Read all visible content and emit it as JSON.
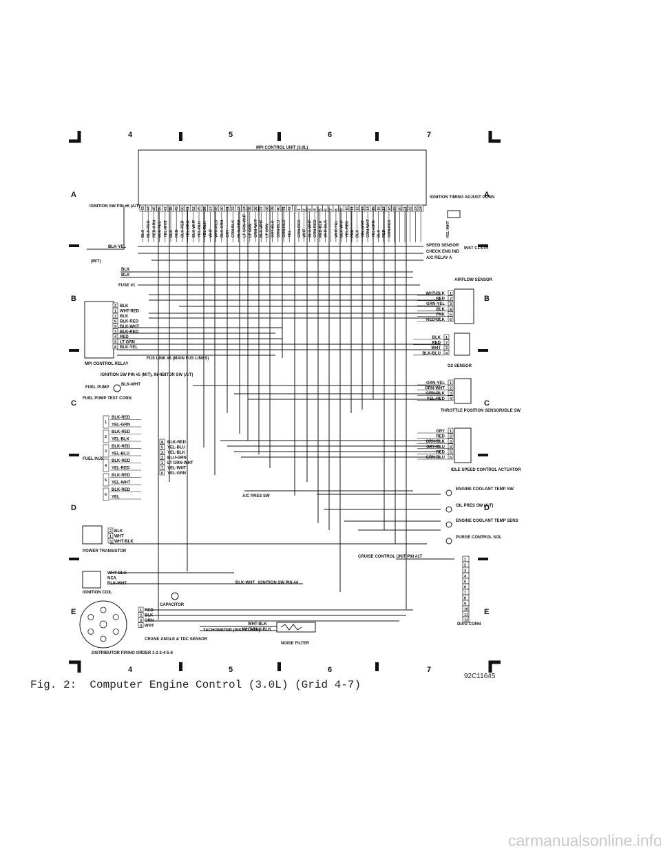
{
  "grid": {
    "columns": [
      "4",
      "5",
      "6",
      "7"
    ],
    "rows": [
      "A",
      "B",
      "C",
      "D",
      "E"
    ]
  },
  "ecu": {
    "title": "MPI CONTROL UNIT (3.0L)",
    "left_pins": [
      {
        "pin": "43",
        "wire": "BLK"
      },
      {
        "pin": "44",
        "wire": "BLK-RED"
      },
      {
        "pin": "45",
        "wire": "RED-GRN"
      },
      {
        "pin": "46",
        "wire": "BLK-YEL"
      },
      {
        "pin": "47",
        "wire": "YEL-WHT"
      },
      {
        "pin": "48",
        "wire": "BLK"
      },
      {
        "pin": "49",
        "wire": "RED"
      },
      {
        "pin": "50",
        "wire": "BLK-RED"
      },
      {
        "pin": "51",
        "wire": "YEL-GRN"
      },
      {
        "pin": "52",
        "wire": "BLK-WHT"
      },
      {
        "pin": "25",
        "wire": "YEL-BLU"
      },
      {
        "pin": "26",
        "wire": "YEL-BLK"
      },
      {
        "pin": "27",
        "wire": "WHT"
      },
      {
        "pin": "28",
        "wire": "WHT-RED"
      },
      {
        "pin": "30",
        "wire": "BLK-GRN"
      },
      {
        "pin": "31",
        "wire": "GRY"
      },
      {
        "pin": "32",
        "wire": "GRN-BLK"
      },
      {
        "pin": "33",
        "wire": "BLU-GRN"
      },
      {
        "pin": "34",
        "wire": "LT GRN-WHT"
      },
      {
        "pin": "35",
        "wire": "LT GRN"
      },
      {
        "pin": "36",
        "wire": "GRN-WHT"
      },
      {
        "pin": "37",
        "wire": "BLK-WHT"
      },
      {
        "pin": "38",
        "wire": "LT GRN"
      },
      {
        "pin": "39",
        "wire": "GRY-BLU"
      },
      {
        "pin": "40",
        "wire": "GRN-BLU"
      },
      {
        "pin": "41",
        "wire": "GRN-RED"
      },
      {
        "pin": "42",
        "wire": "YEL"
      }
    ],
    "right_pins": [
      {
        "pin": "1",
        "wire": "GRN-RED"
      },
      {
        "pin": "2",
        "wire": "WHT"
      },
      {
        "pin": "3",
        "wire": "BLU-WHT"
      },
      {
        "pin": "4",
        "wire": "GRN-RED"
      },
      {
        "pin": "5",
        "wire": "RED-BLK"
      },
      {
        "pin": "6",
        "wire": "WHT-BLK"
      },
      {
        "pin": "7",
        "wire": ""
      },
      {
        "pin": "8",
        "wire": "WHT-YEL"
      },
      {
        "pin": "9",
        "wire": "BLK-WHT"
      },
      {
        "pin": "10",
        "wire": "YEL-RED"
      },
      {
        "pin": "11",
        "wire": "PNK"
      },
      {
        "pin": "12",
        "wire": "BLK"
      },
      {
        "pin": "13",
        "wire": "YEL-WHT"
      },
      {
        "pin": "14",
        "wire": "GRN-WHT"
      },
      {
        "pin": "15",
        "wire": "YEL-GRN"
      },
      {
        "pin": "16",
        "wire": "BLK"
      },
      {
        "pin": "17",
        "wire": "RED"
      },
      {
        "pin": "18",
        "wire": "GRN-RED"
      },
      {
        "pin": "19",
        "wire": ""
      },
      {
        "pin": "20",
        "wire": ""
      },
      {
        "pin": "21",
        "wire": ""
      },
      {
        "pin": "22",
        "wire": ""
      },
      {
        "pin": "23",
        "wire": ""
      },
      {
        "pin": "24",
        "wire": ""
      }
    ]
  },
  "labels": {
    "ignition_sw_at": "IGNITION SW PIN #6 (A/T)",
    "blk_yel": "BLK-YEL",
    "mt": "(M/T)",
    "blk": "BLK",
    "fuse1": "FUSE #1",
    "ignition_timing": "IGNITION TIMING ADJUST CONN",
    "yel_wht": "YEL-WHT",
    "speed_sensor": "SPEED SENSOR",
    "check_eng": "CHECK ENG IND",
    "ac_relay": "A/C RELAY A",
    "inst_clstr": "INST CLSTR",
    "airflow_sensor": "AIRFLOW SENSOR",
    "o2_sensor": "O2 SENSOR",
    "throttle_position": "THROTTLE POSITION SENSOR/IDLE SW",
    "idle_speed": "IDLE SPEED CONTROL ACTUATOR",
    "engine_coolant_sw": "ENGINE COOLANT TEMP SW",
    "oil_pres": "OIL PRES SW (A/T)",
    "engine_coolant_sens": "ENGINE COOLANT TEMP SENS",
    "purge_control": "PURGE CONTROL SOL",
    "cruise_control": "CRUISE CONTROL UNIT PIN #17",
    "diag_conn": "DIAG CONN",
    "mpi_relay": "MPI CONTROL RELAY",
    "fus_link": "FUS LINK #5 (MAIN FUS LINKS)",
    "ignition_sw_inhib": "IGNITION SW PIN #5 (M/T), INHIBITOR SW (A/T)",
    "fuel_pump": "FUEL PUMP",
    "fuel_pump_test": "FUEL PUMP TEST CONN",
    "fuel_injs": "FUEL INJS",
    "ac_pres": "A/C PRES SW",
    "power_transistor": "POWER TRANSISTOR",
    "ignition_coil": "IGNITION COIL",
    "ignition_sw_pin4": "IGNITION SW PIN #4",
    "capacitor": "CAPACITOR",
    "crank_angle": "CRANK ANGLE & TDC SENSOR",
    "distributor": "DISTRIBUTOR FIRING ORDER 1-2-3-4-5-6",
    "tachometer": "TACHOMETER (INST CLSTR)",
    "noise_filter": "NOISE FILTER",
    "blk_wht": "BLK-WHT",
    "wht_blk": "WHT-BLK",
    "wht_blu_blk": "WHT-BLU-BLK"
  },
  "airflow_wires": [
    "WHT-BLK",
    "RED",
    "GRN-YEL",
    "BLK",
    "PNK",
    "RED-BLK"
  ],
  "o2_wires": [
    "BLK",
    "RED",
    "WHT",
    "BLK-BLU"
  ],
  "throttle_wires": [
    "GRN-YEL",
    "GRN-WHT",
    "GRN-BLK",
    "YEL-RED"
  ],
  "isc_wires": [
    "GRY",
    "RED",
    "GRN-BLK",
    "GRY-BLU",
    "RED",
    "GRN-BLU"
  ],
  "relay_wires": [
    "BLK",
    "WHT-RED",
    "BLK",
    "BLK-RED",
    "BLK-WHT",
    "BLK-RED",
    "RED",
    "LT GRN",
    "BLK-YEL"
  ],
  "injector_wires": [
    "BLK-RED",
    "YEL-GRN",
    "BLK-RED",
    "YEL-BLK",
    "BLK-RED",
    "YEL-BLU",
    "BLK-RED",
    "YEL-RED",
    "BLK-RED",
    "YEL-WHT",
    "BLK-RED",
    "YEL"
  ],
  "injector_conn_wires": [
    "BLK-RED",
    "YEL-BLU",
    "YEL-BLK",
    "BLU-GRN",
    "LT GRN-WHT",
    "YEL-WHT",
    "YEL-GRN"
  ],
  "power_transistor_wires": [
    "BLK",
    "WHT",
    "WHT-BLK"
  ],
  "coil_wires": [
    "WHT-BLU",
    "NCA",
    "BLK-WHT"
  ],
  "crank_wires": [
    "RED",
    "BLK",
    "GRN",
    "WHT"
  ],
  "diag_pins": [
    "1",
    "2",
    "3",
    "4",
    "5",
    "6",
    "7",
    "8",
    "9",
    "10",
    "11",
    "12"
  ],
  "caption": "Fig. 2:  Computer Engine Control (3.0L) (Grid 4-7)",
  "figure_id": "92C11645",
  "watermark": "carmanualsonline.info"
}
